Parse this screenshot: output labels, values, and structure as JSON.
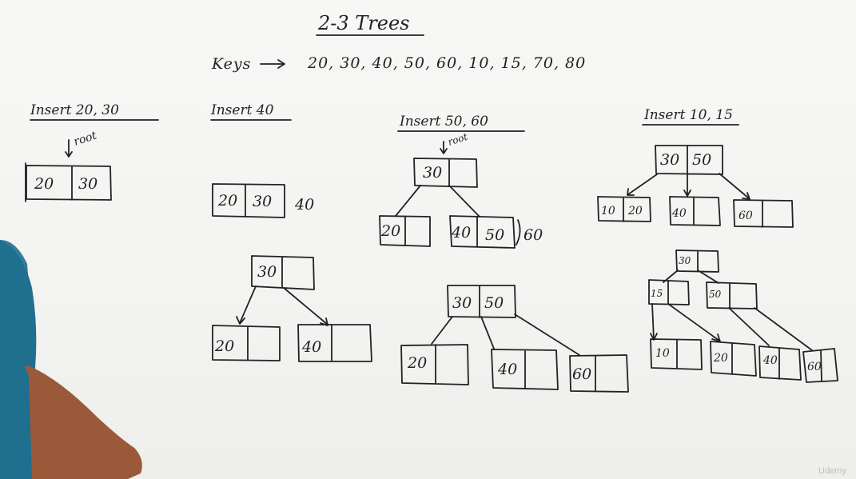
{
  "title": "2-3 Trees",
  "keys_label": "Keys",
  "keys_values": "20, 30, 40, 50, 60, 10, 15, 70, 80",
  "headings": {
    "h1": "Insert 20, 30",
    "h2": "Insert 40",
    "h3": "Insert 50, 60",
    "h4": "Insert 10, 15"
  },
  "root_label": "root",
  "panel1": {
    "node": [
      "20",
      "30"
    ]
  },
  "panel2": {
    "top_node": [
      "20",
      "30"
    ],
    "pending": "40",
    "root": "30",
    "left": "20",
    "right": "40"
  },
  "panel3": {
    "root": "30",
    "left": "20",
    "right": [
      "40",
      "50"
    ],
    "pending": "60",
    "root2": [
      "30",
      "50"
    ],
    "c1": "20",
    "c2": "40",
    "c3": "60"
  },
  "panel4": {
    "root": [
      "30",
      "50"
    ],
    "c1": [
      "10",
      "20"
    ],
    "c2": "40",
    "c3": "60",
    "root2": "30",
    "m1": "15",
    "m2": "50",
    "leaves": [
      "10",
      "20",
      "40",
      "60"
    ]
  },
  "watermark": "Udemy",
  "colors": {
    "ink": "#222222",
    "board": "#f4f4f2",
    "shirt": "#1f6f8f",
    "skin": "#9a5a3a"
  }
}
